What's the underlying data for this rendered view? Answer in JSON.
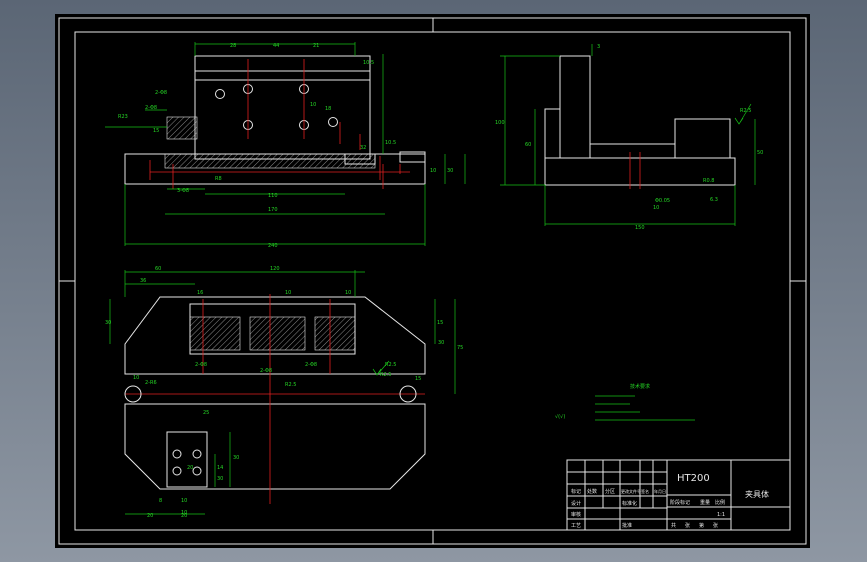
{
  "material": "HT200",
  "part_name": "夹具体",
  "scale": "1:1",
  "notes_title": "技术要求",
  "roughness_symbol": "√(√)",
  "title_block": {
    "row_labels": [
      "标记",
      "设计",
      "审核",
      "工艺"
    ],
    "col_labels": [
      "处数",
      "分区",
      "更改文件号",
      "签名",
      "年月日"
    ],
    "right_labels": [
      "阶段标记",
      "重量",
      "比例"
    ],
    "bottom_labels": [
      "共",
      "张",
      "第",
      "张"
    ],
    "std": "标准化",
    "approve": "批准"
  },
  "dims_front": [
    "28",
    "44",
    "21",
    "10.5",
    "2-Φ8",
    "R23",
    "15",
    "10",
    "2-Φ8",
    "18",
    "32",
    "10.5",
    "3-Φ8",
    "110",
    "170",
    "240",
    "30",
    "R8",
    "10"
  ],
  "dims_side": [
    "3",
    "100",
    "60",
    "R2.5",
    "50",
    "6.3",
    "10",
    "150",
    "R0.8",
    "Φ0.05"
  ],
  "dims_top": [
    "60",
    "120",
    "36",
    "16",
    "10",
    "10",
    "30",
    "2-Φ8",
    "R2.5",
    "2-Φ8",
    "2-Φ8",
    "R2.5",
    "R2.5",
    "15",
    "15",
    "2-R6",
    "30",
    "75",
    "10",
    "25",
    "30",
    "30",
    "14",
    "8",
    "10",
    "20",
    "10",
    "20",
    "20"
  ]
}
